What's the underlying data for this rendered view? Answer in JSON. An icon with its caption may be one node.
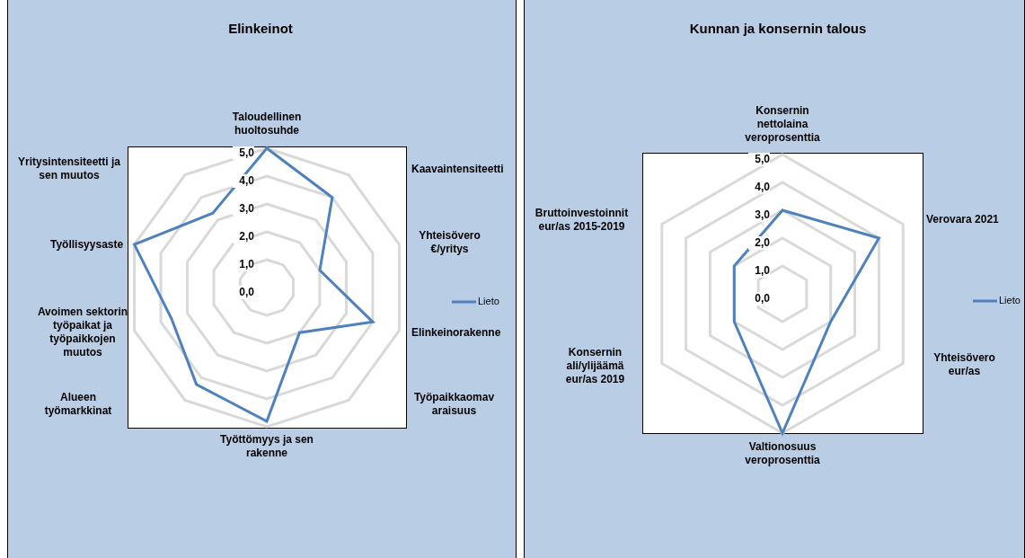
{
  "diagram": {
    "labels": [
      "Elinkeinot",
      "5,0",
      "4,0",
      "3,0",
      "2,0",
      "1,0",
      "0,0",
      "Taloudellinen huoltosuhde",
      "Kaavaintensiteetti",
      "Yhteisövero €/yritys",
      "Elinkeinorakenne",
      "Työpaikkaomavaraisuus",
      "Työttömyys ja sen rakenne",
      "Alueen työmarkkinat",
      "Avoimen sektorin työpaikat ja työpaikkojen muutos",
      "Työllisyysaste",
      "Yritysintensiteetti ja sen muutos",
      "Kunnan ja konsernin talous",
      "5,0",
      "4,0",
      "3,0",
      "2,0",
      "1,0",
      "0,0",
      "Konsernin nettolaina veroprosenttia",
      "Verovara 2021",
      "Yhteisövero eur/as",
      "Valtionosuus veroprosenttia",
      "Konsernin ali/ylijäämä eur/as 2019",
      "Bruttoinvestoinnit eur/as 2015-2019"
    ],
    "legend": [
      {
        "text": "Lieto"
      },
      {
        "text": "Lieto"
      }
    ]
  }
}
